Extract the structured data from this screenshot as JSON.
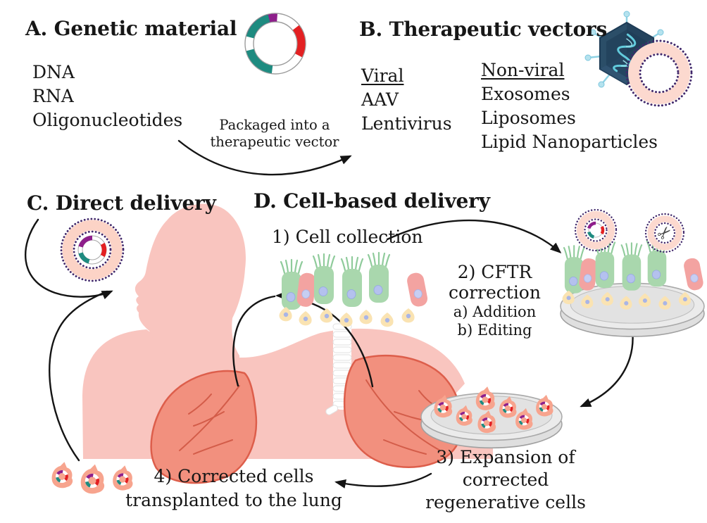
{
  "section_a": {
    "title": "A. Genetic material",
    "items": [
      "DNA",
      "RNA",
      "Oligonucleotides"
    ]
  },
  "packaging_label": {
    "line1": "Packaged into a",
    "line2": "therapeutic vector"
  },
  "section_b": {
    "title": "B. Therapeutic vectors",
    "viral_heading": "Viral",
    "viral_items": [
      "AAV",
      "Lentivirus"
    ],
    "nonviral_heading": "Non-viral",
    "nonviral_items": [
      "Exosomes",
      "Liposomes",
      "Lipid Nanoparticles"
    ]
  },
  "section_c": {
    "title": "C. Direct delivery"
  },
  "section_d": {
    "title": "D. Cell-based delivery",
    "step1": {
      "label": "1) Cell collection"
    },
    "step2": {
      "line1": "2) CFTR",
      "line2": "correction",
      "sub_a": "a) Addition",
      "sub_b": "b) Editing"
    },
    "step3": {
      "line1": "3) Expansion of",
      "line2": "corrected",
      "line3": "regenerative cells"
    },
    "step4": {
      "line1": "4) Corrected cells",
      "line2": "transplanted to the lung"
    }
  },
  "icons": {
    "crispr_glyph": "✂",
    "plasmid": "circular ring with purple, red and teal gene segments",
    "adenovirus": "dark navy hexagonal capsid with DNA coil and blue spikes",
    "liposome": "lipid bilayer ring of purple dots with pink tails"
  },
  "colors": {
    "text": "#161616",
    "skin_pink": "#f9c5bf",
    "lung_coral": "#f2907e",
    "lung_outline": "#dd5e4b",
    "lung_vein": "#ce5340",
    "plasmid_purple": "#8e1f8b",
    "plasmid_red": "#e32022",
    "plasmid_teal": "#1e8b80",
    "liposome_band_pink": "#fcd9cf",
    "liposome_dot_purple": "#41286b",
    "virus_navy": "#2b4e68",
    "virus_spike_blue": "#8ed2e4",
    "virus_dna_teal": "#62cbdc",
    "cell_green": "#a9d7ad",
    "cell_cilia_green": "#8fcb9b",
    "cell_pink": "#f3a3a1",
    "cell_yellow": "#fae3b2",
    "nucleus_blue": "#b4c1ee",
    "corrected_cell_pink": "#f7a48e",
    "dish_grey": "#ebebeb",
    "arrow_black": "#141414"
  }
}
